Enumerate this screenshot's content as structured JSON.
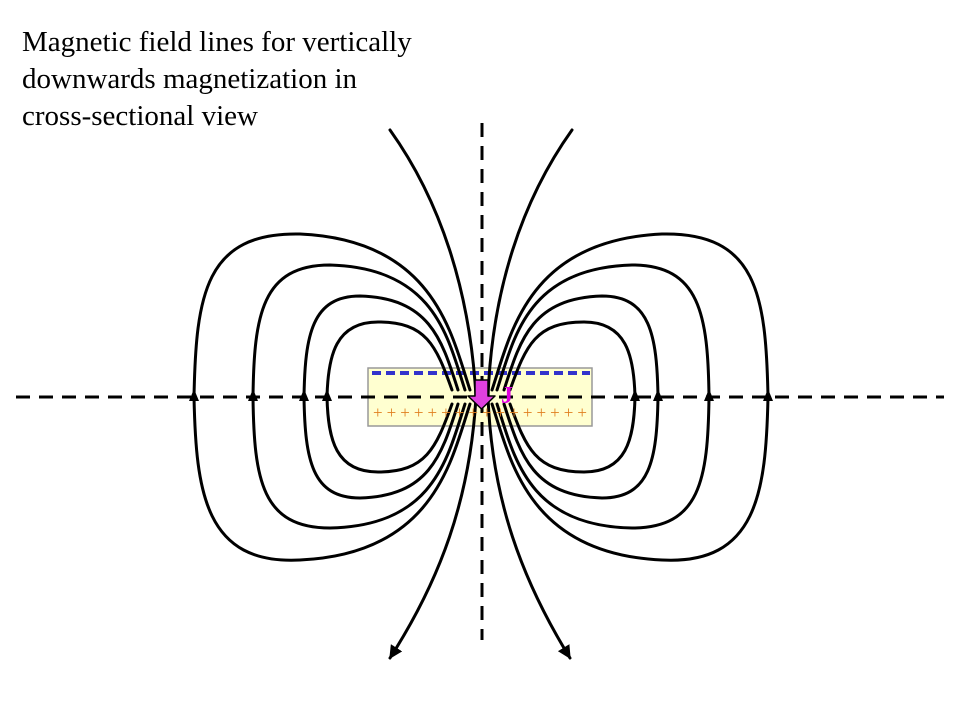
{
  "title": {
    "line1": "Magnetic field lines for vertically",
    "line2": "downwards magnetization in",
    "line3": "cross-sectional  view"
  },
  "magnet": {
    "bottom_charges": "++++++++++++++++",
    "magnetization_label": "J",
    "fill_color": "#ffffd0",
    "top_charge_color": "#3333cc",
    "bottom_charge_color": "#e08020",
    "arrow_color": "#e040e0",
    "label_color": "#e000e0"
  }
}
